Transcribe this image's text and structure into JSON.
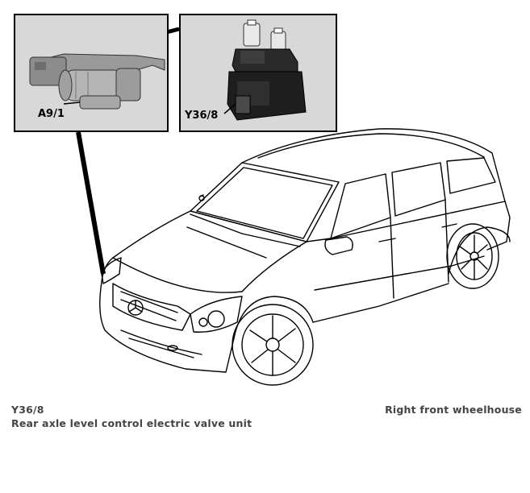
{
  "insets": [
    {
      "label": "A9/1",
      "component": "compressor-unit"
    },
    {
      "label": "Y36/8",
      "component": "electric-valve-unit"
    }
  ],
  "caption": {
    "code": "Y36/8",
    "description": "Rear axle level control electric valve unit",
    "location": "Right front wheelhouse"
  },
  "colors": {
    "inset_background": "#d8d8d8",
    "line": "#000000",
    "caption_text": "#444444"
  }
}
